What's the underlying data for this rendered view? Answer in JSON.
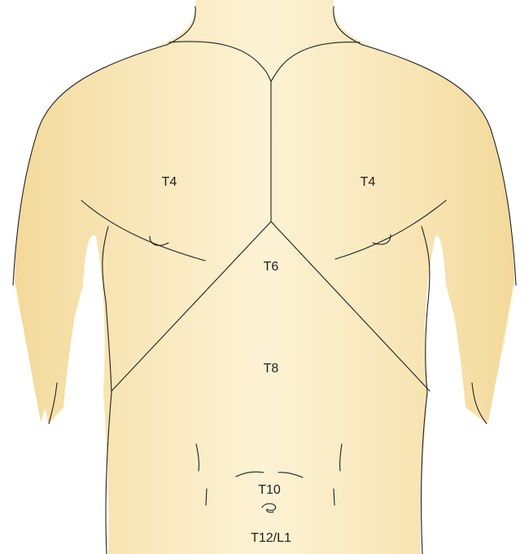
{
  "figure": {
    "skin_light": "#fbf0cf",
    "skin_dark": "#f3d99a",
    "outline_color": "#231f20"
  },
  "regions": {
    "chest_left": "T4",
    "chest_right": "T4",
    "xiphoid": "T6",
    "upper_abdomen": "T8",
    "umbilicus": "T10",
    "lower_abdomen": "T12/L1"
  }
}
